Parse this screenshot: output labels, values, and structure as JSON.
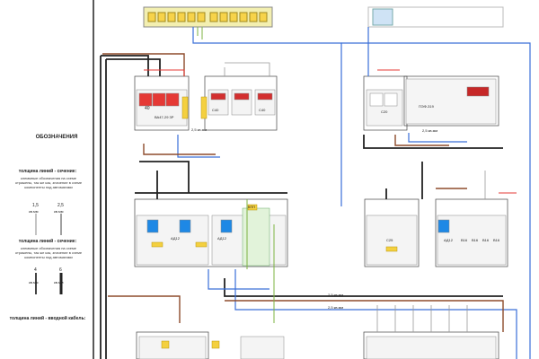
{
  "legend": {
    "title": "ОБОЗНАЧЕНИЯ",
    "section1": {
      "heading": "толщина линий - сечение:",
      "text": "клеммные обозначения на схеме отражены, так же как, значение в схеме компоненты под автоматами",
      "values": [
        "1,5",
        "2,5"
      ],
      "unit": "кв.мм"
    },
    "section2": {
      "heading": "толщина линий - сечение:",
      "text": "клеммные обозначения на схеме отражены, так же как, значение в схеме компоненты под автоматами",
      "values": [
        "4",
        "6"
      ],
      "unit": "кв.мм"
    },
    "section3": {
      "heading": "толщина линий - вводной кабель:"
    }
  },
  "devices": {
    "main_breaker": {
      "rating": "40",
      "caption": "ВА47-29 3Р"
    },
    "voltage_relay_1": {
      "rating": "C40"
    },
    "voltage_relay_3": {
      "rating": "C40"
    },
    "breaker_right_top": {
      "rating": "C20"
    },
    "stabilizer": {
      "model": "ПЭФ-319"
    },
    "mid_left_rcd_1": {
      "label": "АД12"
    },
    "mid_left_rcd_2": {
      "label": "АД12"
    },
    "mid_breaker_a": {
      "label": "C25"
    },
    "mid_rcd_right": {
      "label": "АД12"
    },
    "mid_breakers_right": [
      "В16",
      "В16",
      "В16",
      "В16"
    ]
  },
  "annotations": {
    "wire_tag_1": "2,5 кв.мм",
    "wire_tag_2": "2,5 кв.мм",
    "wire_tag_3": "2,5 кв.мм",
    "wire_tag_4": "2,5 кв.мм",
    "mid_note": "КПП"
  }
}
